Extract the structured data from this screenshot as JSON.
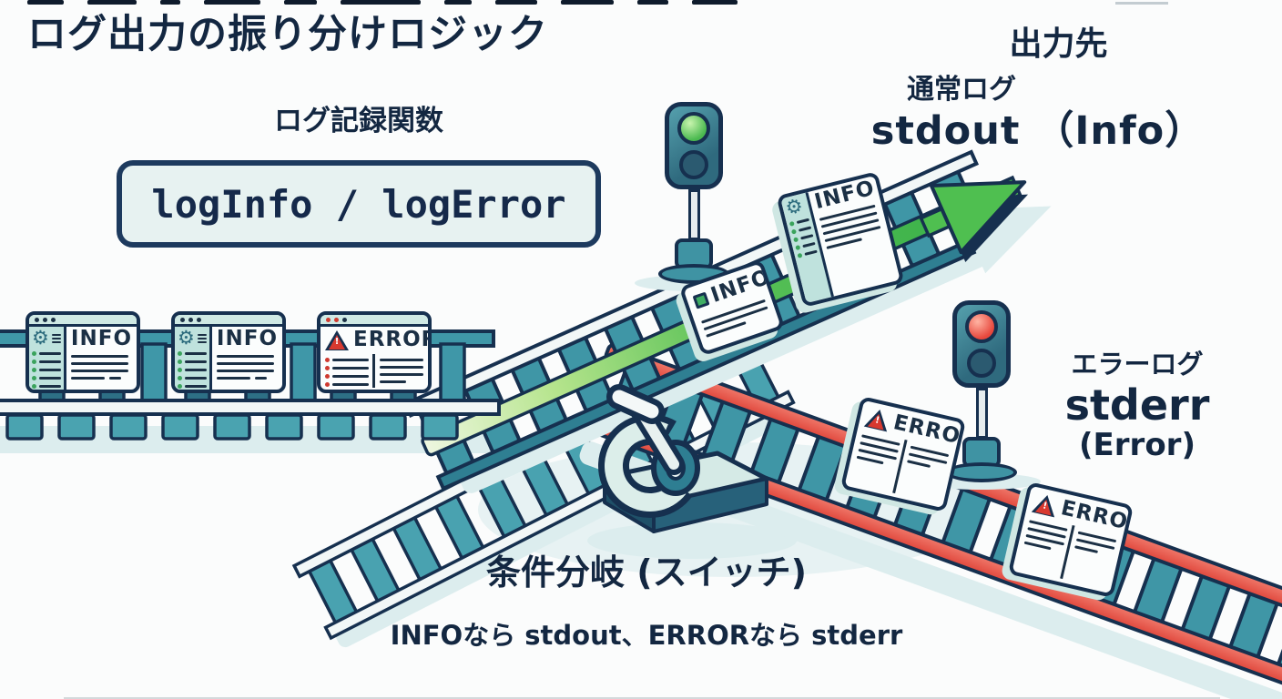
{
  "title": "ログ出力の振り分けロジック",
  "logger": {
    "label": "ログ記録関数",
    "box_text": "logInfo / logError"
  },
  "destinations": {
    "heading": "出力先",
    "stdout": {
      "category": "通常ログ",
      "name": "stdout （Info）"
    },
    "stderr": {
      "category": "エラーログ",
      "name": "stderr",
      "annotation": "(Error)"
    }
  },
  "branch": {
    "label": "条件分岐 (スイッチ)",
    "caption": "INFOなら stdout、ERRORなら stderr"
  },
  "card_labels": {
    "info": "INFO",
    "error": "ERROR"
  },
  "icons": {
    "gear": "⚙",
    "warning_mark": "!"
  },
  "colors": {
    "outline_navy": "#16304f",
    "rail_teal": "#3f97a8",
    "mint": "#cfe9e4",
    "stdout_green": "#4cbb4f",
    "stderr_red": "#e0473c",
    "signal_green": "#4ab94f",
    "signal_red": "#e7473c"
  }
}
